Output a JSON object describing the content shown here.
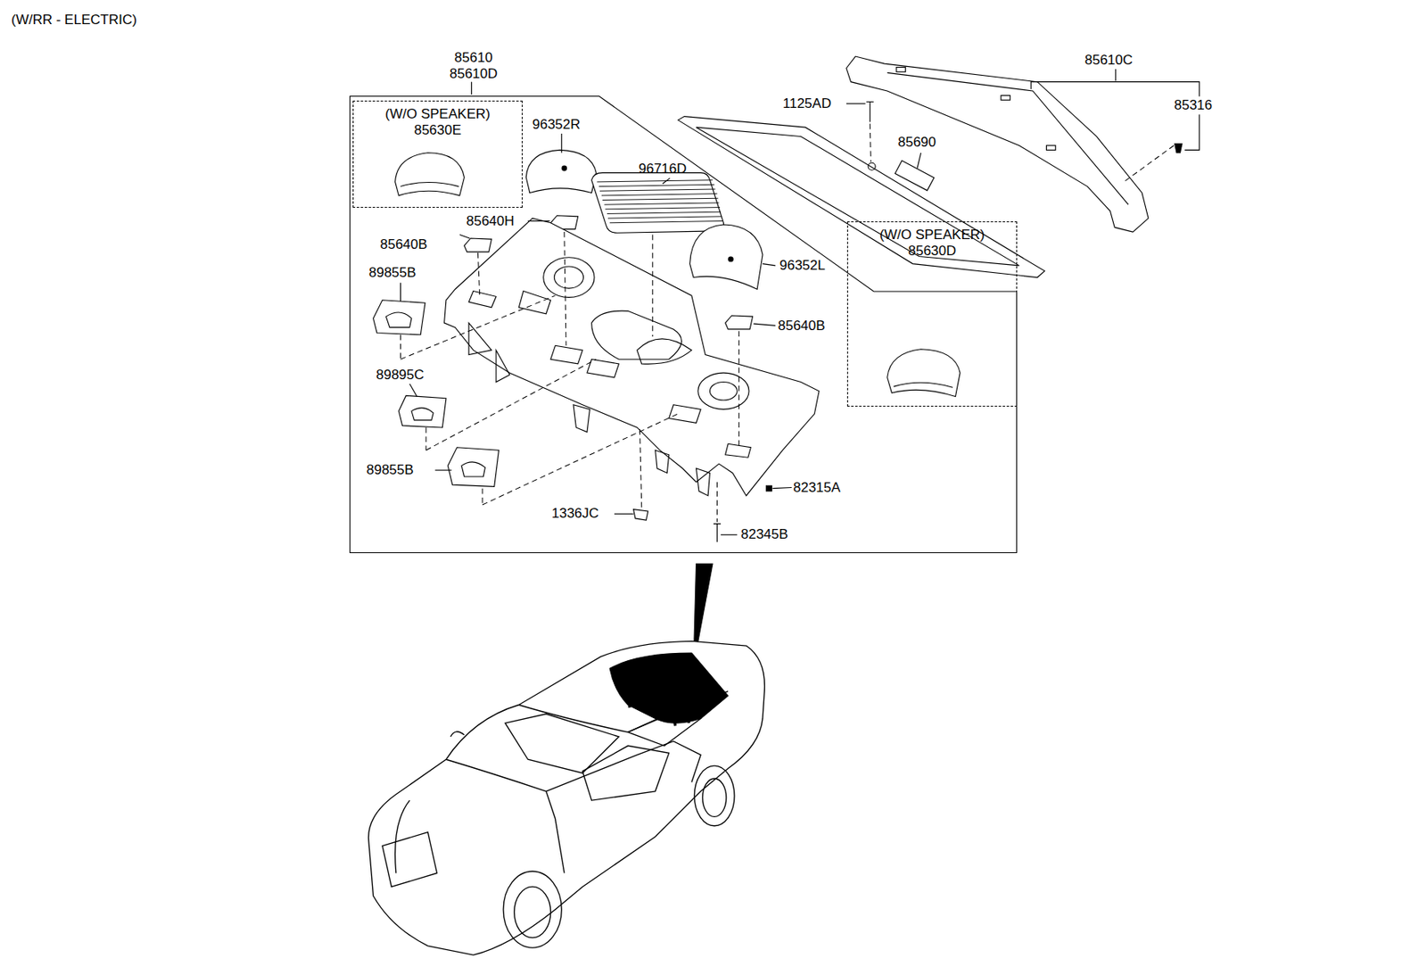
{
  "diagram": {
    "nodes": [
      {
        "text": [
          "85610",
          "85610D"
        ]
      },
      {
        "text": [
          "(W/O SPEAKER)",
          "85630E"
        ],
        "in": 0
      },
      {
        "text": [
          "(W/O SPEAKER)",
          "85630D"
        ]
      }
    ],
    "labels": [
      "(W/RR - ELECTRIC)",
      "85610C",
      "1125AD",
      "85316",
      "85690",
      "96352R",
      "96716D",
      "85640H",
      "85640B",
      "89855B",
      "96352L",
      "85640B",
      "89895C",
      "89855B",
      "82315A",
      "1336JC",
      "82345B"
    ]
  }
}
